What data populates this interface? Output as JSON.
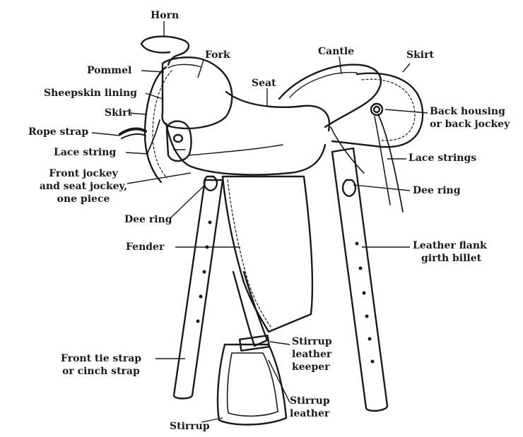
{
  "diagram": {
    "labels": {
      "horn": "Horn",
      "fork": "Fork",
      "pommel": "Pommel",
      "cantle": "Cantle",
      "skirt_top": "Skirt",
      "seat": "Seat",
      "sheepskin_lining": "Sheepskin lining",
      "skirt_left": "Skirt",
      "back_housing_line1": "Back housing",
      "back_housing_line2": "or back jockey",
      "rope_strap": "Rope strap",
      "lace_string": "Lace string",
      "lace_strings": "Lace strings",
      "front_jockey_line1": "Front jockey",
      "front_jockey_line2": "and seat jockey,",
      "front_jockey_line3": "one piece",
      "dee_ring_right": "Dee ring",
      "dee_ring_left": "Dee ring",
      "fender": "Fender",
      "flank_billet_line1": "Leather flank",
      "flank_billet_line2": "girth billet",
      "front_tie_line1": "Front tie strap",
      "front_tie_line2": "or cinch strap",
      "keeper_line1": "Stirrup",
      "keeper_line2": "leather",
      "keeper_line3": "keeper",
      "stirrup_leather_line1": "Stirrup",
      "stirrup_leather_line2": "leather",
      "stirrup": "Stirrup"
    }
  }
}
